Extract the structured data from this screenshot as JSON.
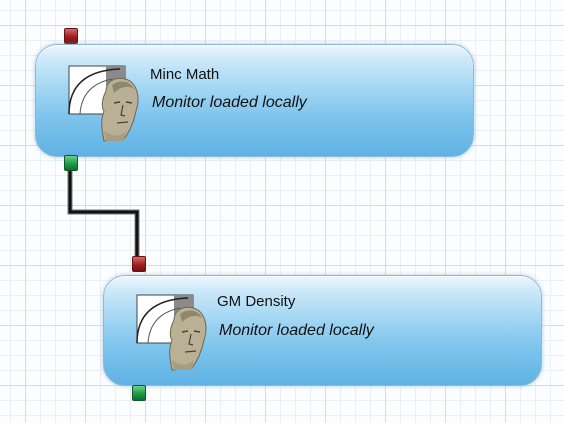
{
  "nodes": [
    {
      "title": "Minc Math",
      "status": "Monitor loaded locally",
      "icon": "module-face-icon"
    },
    {
      "title": "GM Density",
      "status": "Monitor loaded locally",
      "icon": "module-face-icon"
    }
  ],
  "colors": {
    "node_fill": "#7ec4ec",
    "input_port": "#a02020",
    "output_port": "#1f9a48",
    "connector": "#111111",
    "grid": "#d3dde6"
  }
}
